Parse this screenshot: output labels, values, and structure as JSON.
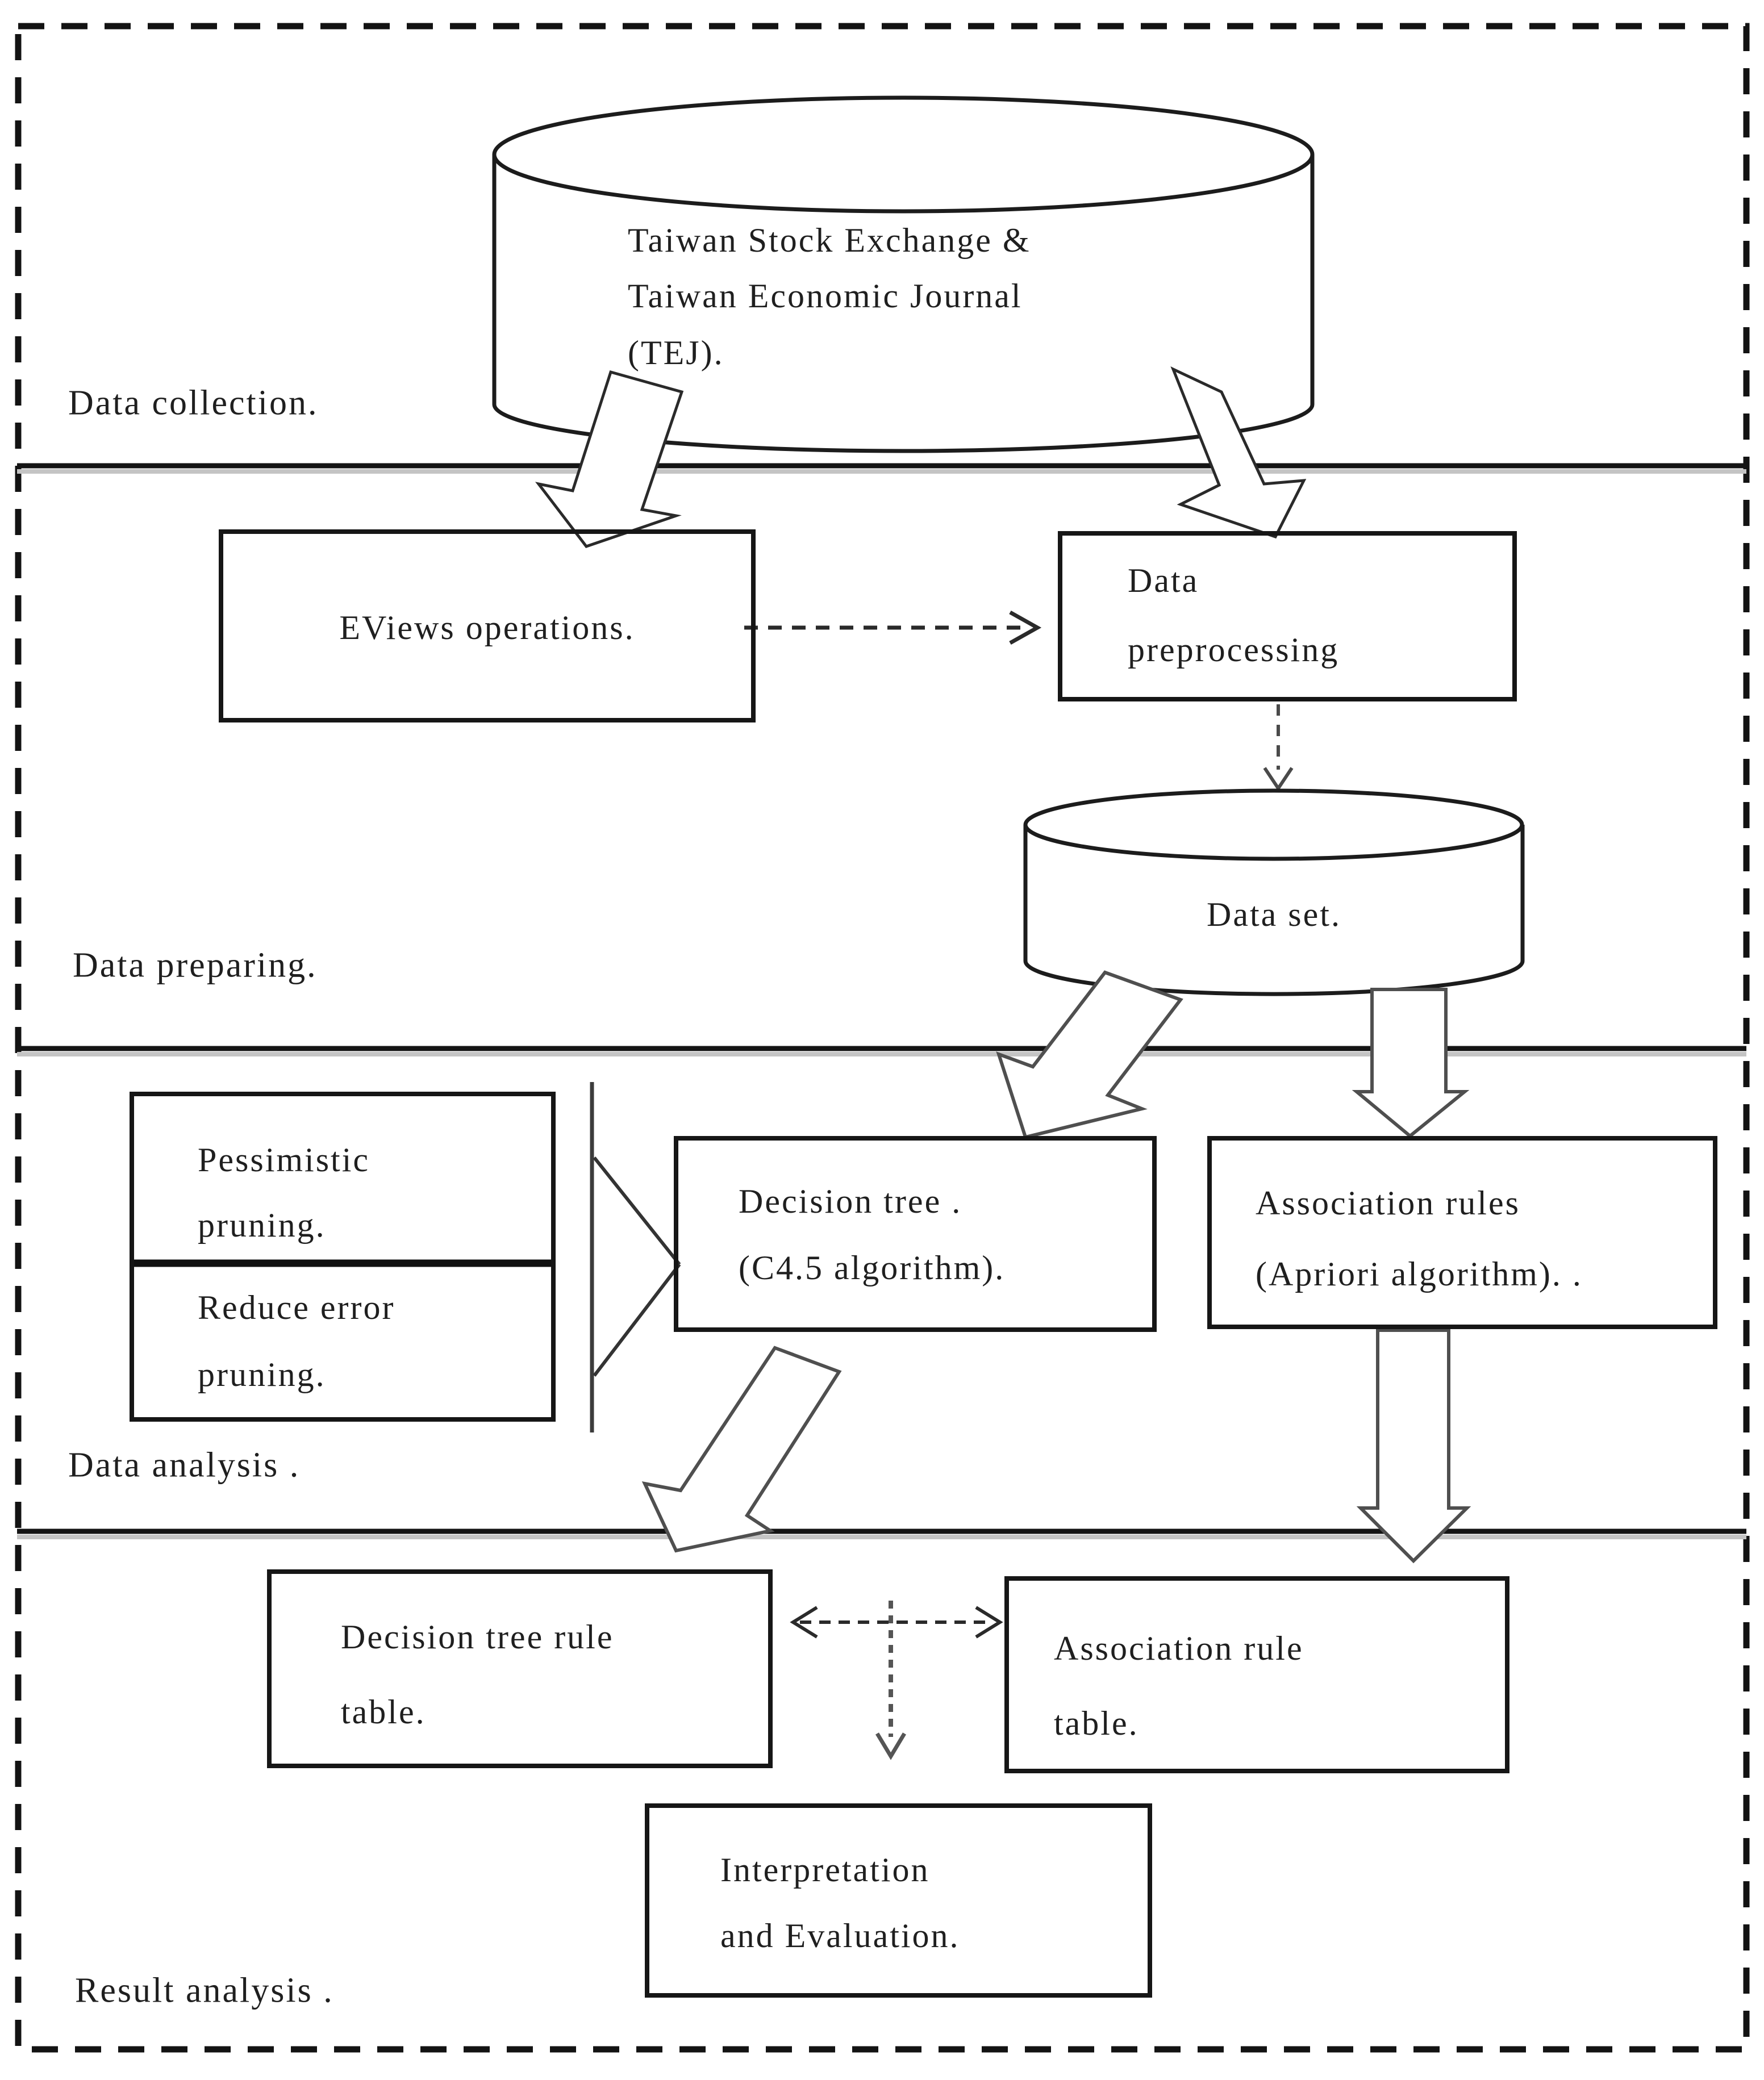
{
  "figure": {
    "title_semantic": "research-process-flowchart",
    "sections": [
      {
        "label": "Data collection."
      },
      {
        "label": "Data preparing."
      },
      {
        "label": "Data analysis ."
      },
      {
        "label": "Result analysis ."
      }
    ],
    "nodes": {
      "tej": {
        "shape": "cylinder",
        "lines": [
          "Taiwan Stock Exchange &",
          "Taiwan Economic Journal",
          "(TEJ)."
        ]
      },
      "eviews": {
        "shape": "box",
        "lines": [
          "EViews operations."
        ]
      },
      "preprocessing": {
        "shape": "box",
        "lines": [
          "Data",
          "preprocessing"
        ]
      },
      "dataset": {
        "shape": "cylinder",
        "lines": [
          "Data set."
        ]
      },
      "pessimistic": {
        "shape": "box-cell",
        "lines": [
          "Pessimistic",
          "pruning."
        ]
      },
      "reduce_error": {
        "shape": "box-cell",
        "lines": [
          "Reduce error",
          "pruning."
        ]
      },
      "decision_tree": {
        "shape": "box",
        "lines": [
          "Decision tree  .",
          "(C4.5 algorithm)."
        ]
      },
      "association_rules": {
        "shape": "box",
        "lines": [
          "Association rules",
          "(Apriori algorithm). ."
        ]
      },
      "decision_tree_rule_table": {
        "shape": "box",
        "lines": [
          "Decision tree rule",
          "table."
        ]
      },
      "association_rule_table": {
        "shape": "box",
        "lines": [
          "Association rule",
          "table."
        ]
      },
      "interpretation": {
        "shape": "box",
        "lines": [
          "Interpretation",
          "and Evaluation."
        ]
      }
    },
    "connectors": [
      "tej -> eviews (hollow arrow)",
      "tej -> preprocessing (hollow arrow)",
      "eviews -> preprocessing (dashed arrow)",
      "preprocessing -> dataset (dashed arrow)",
      "dataset -> decision_tree (hollow arrow)",
      "dataset -> association_rules (hollow arrow)",
      "pruning -> decision_tree (open triangle)",
      "decision_tree -> decision_tree_rule_table (hollow arrow)",
      "association_rules -> association_rule_table (hollow arrow)",
      "decision_tree_rule_table <-> association_rule_table (dashed double arrow)",
      "rule tables -> interpretation (dotted arrow)"
    ],
    "colors": {
      "ink": "#1a1a1a",
      "line_shadow": "#c4c4c4",
      "arrow_gray": "#4f4f4f",
      "background": "#ffffff"
    }
  }
}
